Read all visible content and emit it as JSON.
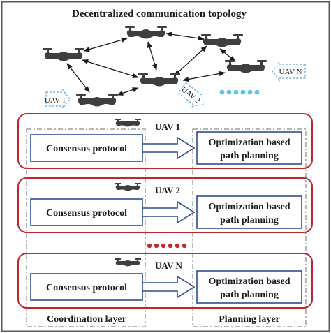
{
  "title": "Decentralized communication topology",
  "topology": {
    "labels": {
      "uav1": "UAV 1",
      "uav2": "UAV 2",
      "uavn": "UAV N"
    }
  },
  "rows": [
    {
      "label": "UAV 1",
      "consensus": "Consensus protocol",
      "optimization_line1": "Optimization based",
      "optimization_line2": "path planning"
    },
    {
      "label": "UAV 2",
      "consensus": "Consensus protocol",
      "optimization_line1": "Optimization based",
      "optimization_line2": "path planning"
    },
    {
      "label": "UAV N",
      "consensus": "Consensus protocol",
      "optimization_line1": "Optimization based",
      "optimization_line2": "path planning"
    }
  ],
  "layers": {
    "coordination": "Coordination layer",
    "planning": "Planning layer"
  },
  "colors": {
    "outer_border": "#5a5a5a",
    "row_border": "#c0262c",
    "box_border": "#2e4d8f",
    "arrow_fill": "#ffffff",
    "layer_dash": "#8a8a8a",
    "top_dots": "#53c7ee",
    "mid_dots": "#c0262c",
    "drone": "#3f3f3f",
    "uav_label_border": "#5fa4d8"
  },
  "icons": {
    "drone": "drone-icon",
    "label_arrow": "arrow-label-icon"
  }
}
